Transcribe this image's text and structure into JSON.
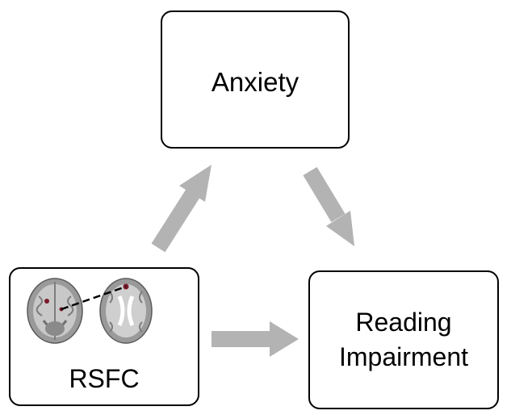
{
  "nodes": {
    "anxiety": {
      "label": "Anxiety"
    },
    "rsfc": {
      "label": "RSFC"
    },
    "reading": {
      "line1": "Reading",
      "line2": "Impairment"
    }
  },
  "edges": [
    {
      "from": "RSFC",
      "to": "Anxiety"
    },
    {
      "from": "Anxiety",
      "to": "Reading Impairment"
    },
    {
      "from": "RSFC",
      "to": "Reading Impairment"
    }
  ],
  "colors": {
    "arrow": "#b3b3b3",
    "border": "#000000",
    "connection": "#7a1a2a"
  },
  "icons": [
    "brain-axial-slice-icon",
    "brain-axial-slice-icon"
  ]
}
